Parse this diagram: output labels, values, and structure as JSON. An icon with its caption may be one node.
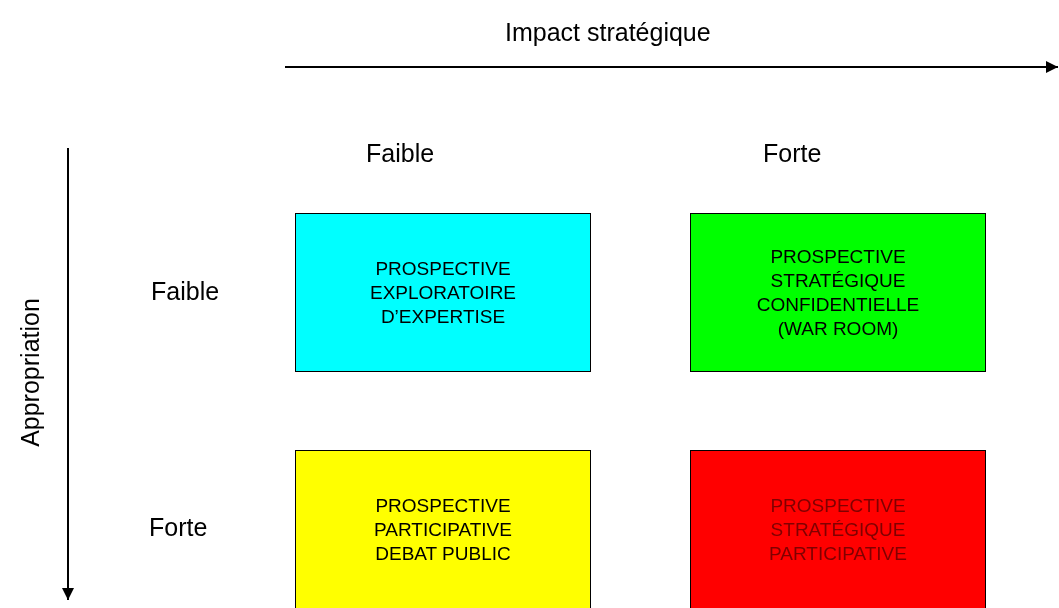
{
  "diagram": {
    "nodes": [
      {
        "text": [
          "PROSPECTIVE EXPLORATOIRE D’EXPERTISE"
        ]
      },
      {
        "text": [
          "PROSPECTIVE STRATÉGIQUE CONFIDENTIELLE (WAR ROOM)"
        ]
      },
      {
        "text": [
          "PROSPECTIVE PARTICIPATIVE DEBAT PUBLIC"
        ]
      },
      {
        "text": [
          "PROSPECTIVE STRATÉGIQUE PARTICIPATIVE"
        ]
      }
    ],
    "labels": [
      "Impact stratégique",
      "Faible",
      "Forte",
      "Appropriation",
      "Faible",
      "Forte"
    ]
  }
}
